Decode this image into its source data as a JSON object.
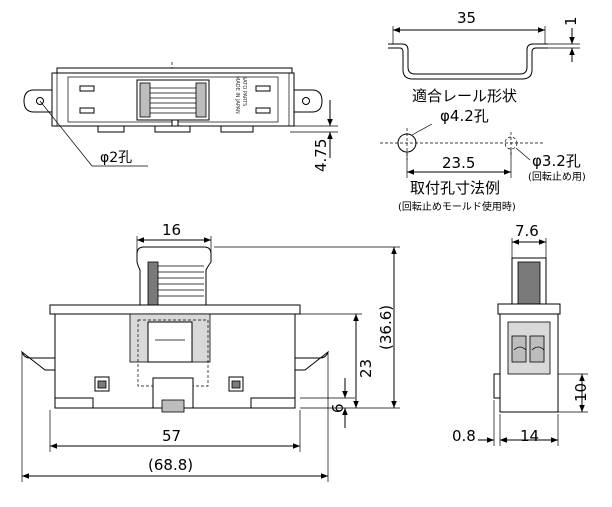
{
  "top_view": {
    "hole_label": "φ2孔",
    "height_dim": "4.75"
  },
  "rail": {
    "width_dim": "35",
    "thickness_dim": "1",
    "caption": "適合レール形状"
  },
  "mounting": {
    "hole_large": "φ4.2孔",
    "hole_small": "φ3.2孔",
    "hole_small_note": "(回転止め用)",
    "pitch_dim": "23.5",
    "caption": "取付孔寸法例",
    "caption_note": "(回転止めモールド使用時)"
  },
  "front_view": {
    "lever_width": "16",
    "height_dim": "23",
    "overall_height": "(36.6)",
    "base_dim": "6",
    "width_dim": "57",
    "overall_width": "(68.8)"
  },
  "side_view": {
    "lever_width": "7.6",
    "height_dim": "10",
    "offset_dim": "0.8",
    "width_dim": "14"
  },
  "part_marking": [
    "MADE IN JAPAN",
    "SATO PARTS"
  ]
}
